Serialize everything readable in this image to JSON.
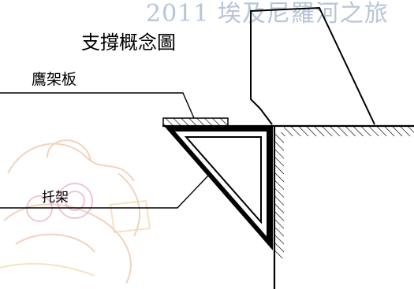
{
  "watermark_text": "2011 埃及尼羅河之旅",
  "title": "支撐概念圖",
  "labels": {
    "shelf": "鷹架板",
    "bracket": "托架"
  },
  "colors": {
    "line": "#000000",
    "watermark": "#b8c5d8",
    "background_art": "#e8a8a8"
  }
}
